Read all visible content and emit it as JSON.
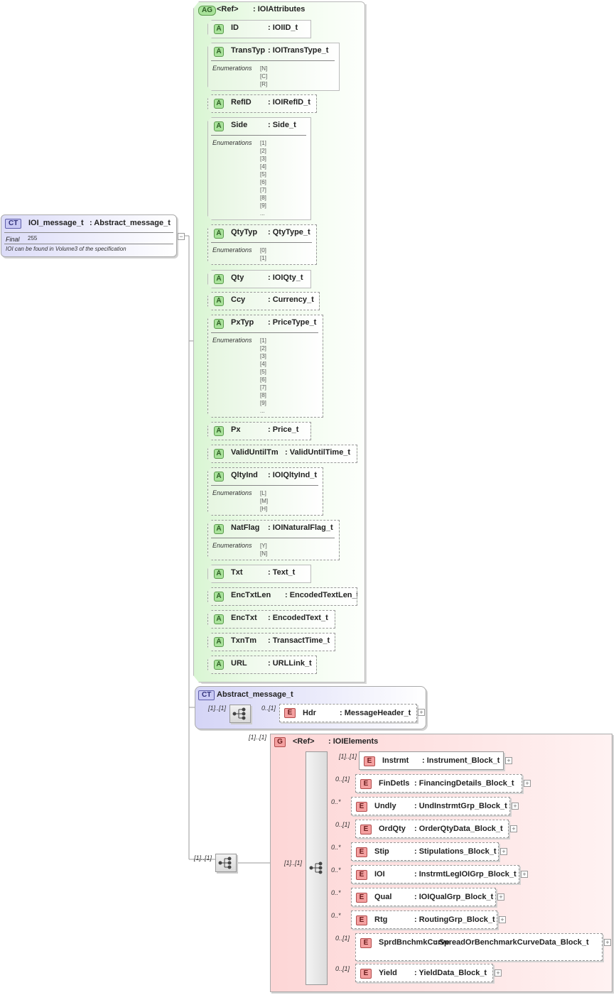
{
  "root": {
    "badge": "CT",
    "name": "IOI_message_t",
    "base": ": Abstract_message_t",
    "final_label": "Final",
    "final_value": "255",
    "doc": "IOI can be found in Volume3 of the specification",
    "collapse": "−"
  },
  "attribute_group": {
    "badge": "AG",
    "ref": "<Ref>",
    "name": ": IOIAttributes"
  },
  "attributes": [
    {
      "name": "ID",
      "type": ": IOIID_t",
      "enums": []
    },
    {
      "name": "TransTyp",
      "type": ": IOITransType_t",
      "enums": [
        "[N]",
        "[C]",
        "[R]"
      ]
    },
    {
      "name": "RefID",
      "type": ": IOIRefID_t",
      "enums": []
    },
    {
      "name": "Side",
      "type": ": Side_t",
      "enums": [
        "[1]",
        "[2]",
        "[3]",
        "[4]",
        "[5]",
        "[6]",
        "[7]",
        "[8]",
        "[9]",
        "..."
      ]
    },
    {
      "name": "QtyTyp",
      "type": ": QtyType_t",
      "enums": [
        "[0]",
        "[1]"
      ]
    },
    {
      "name": "Qty",
      "type": ": IOIQty_t",
      "enums": []
    },
    {
      "name": "Ccy",
      "type": ": Currency_t",
      "enums": []
    },
    {
      "name": "PxTyp",
      "type": ": PriceType_t",
      "enums": [
        "[1]",
        "[2]",
        "[3]",
        "[4]",
        "[5]",
        "[6]",
        "[7]",
        "[8]",
        "[9]",
        "..."
      ]
    },
    {
      "name": "Px",
      "type": ": Price_t",
      "enums": []
    },
    {
      "name": "ValidUntilTm",
      "type": ": ValidUntilTime_t",
      "enums": []
    },
    {
      "name": "QltyInd",
      "type": ": IOIQltyInd_t",
      "enums": [
        "[L]",
        "[M]",
        "[H]"
      ]
    },
    {
      "name": "NatFlag",
      "type": ": IOINaturalFlag_t",
      "enums": [
        "[Y]",
        "[N]"
      ]
    },
    {
      "name": "Txt",
      "type": ": Text_t",
      "enums": []
    },
    {
      "name": "EncTxtLen",
      "type": ": EncodedTextLen_t",
      "enums": []
    },
    {
      "name": "EncTxt",
      "type": ": EncodedText_t",
      "enums": []
    },
    {
      "name": "TxnTm",
      "type": ": TransactTime_t",
      "enums": []
    },
    {
      "name": "URL",
      "type": ": URLLink_t",
      "enums": []
    }
  ],
  "attr_badge": "A",
  "enum_label": "Enumerations",
  "base_type": {
    "badge": "CT",
    "name": "Abstract_message_t",
    "seq_card": "[1]..[1]",
    "elem_card": "0..[1]",
    "elem_badge": "E",
    "elem_name": "Hdr",
    "elem_type": ": MessageHeader_t"
  },
  "group": {
    "card_outer": "[1]..[1]",
    "seq_card": "[1]..[1]",
    "inner_card": "[1]..[1]",
    "badge": "G",
    "ref": "<Ref>",
    "name": ": IOIElements",
    "elem_badge": "E",
    "plus": "+",
    "elements": [
      {
        "card": "[1]..[1]",
        "name": "Instrmt",
        "type": ": Instrument_Block_t"
      },
      {
        "card": "0..[1]",
        "name": "FinDetls",
        "type": ": FinancingDetails_Block_t"
      },
      {
        "card": "0..*",
        "name": "Undly",
        "type": ": UndInstrmtGrp_Block_t"
      },
      {
        "card": "0..[1]",
        "name": "OrdQty",
        "type": ": OrderQtyData_Block_t"
      },
      {
        "card": "0..*",
        "name": "Stip",
        "type": ": Stipulations_Block_t"
      },
      {
        "card": "0..*",
        "name": "IOI",
        "type": ": InstrmtLegIOIGrp_Block_t"
      },
      {
        "card": "0..*",
        "name": "Qual",
        "type": ": IOIQualGrp_Block_t"
      },
      {
        "card": "0..*",
        "name": "Rtg",
        "type": ": RoutingGrp_Block_t"
      },
      {
        "card": "0..[1]",
        "name": "SprdBnchmkCurve",
        "type": ": SpreadOrBenchmarkCurveData_Block_t"
      },
      {
        "card": "0..[1]",
        "name": "Yield",
        "type": ": YieldData_Block_t"
      }
    ]
  }
}
